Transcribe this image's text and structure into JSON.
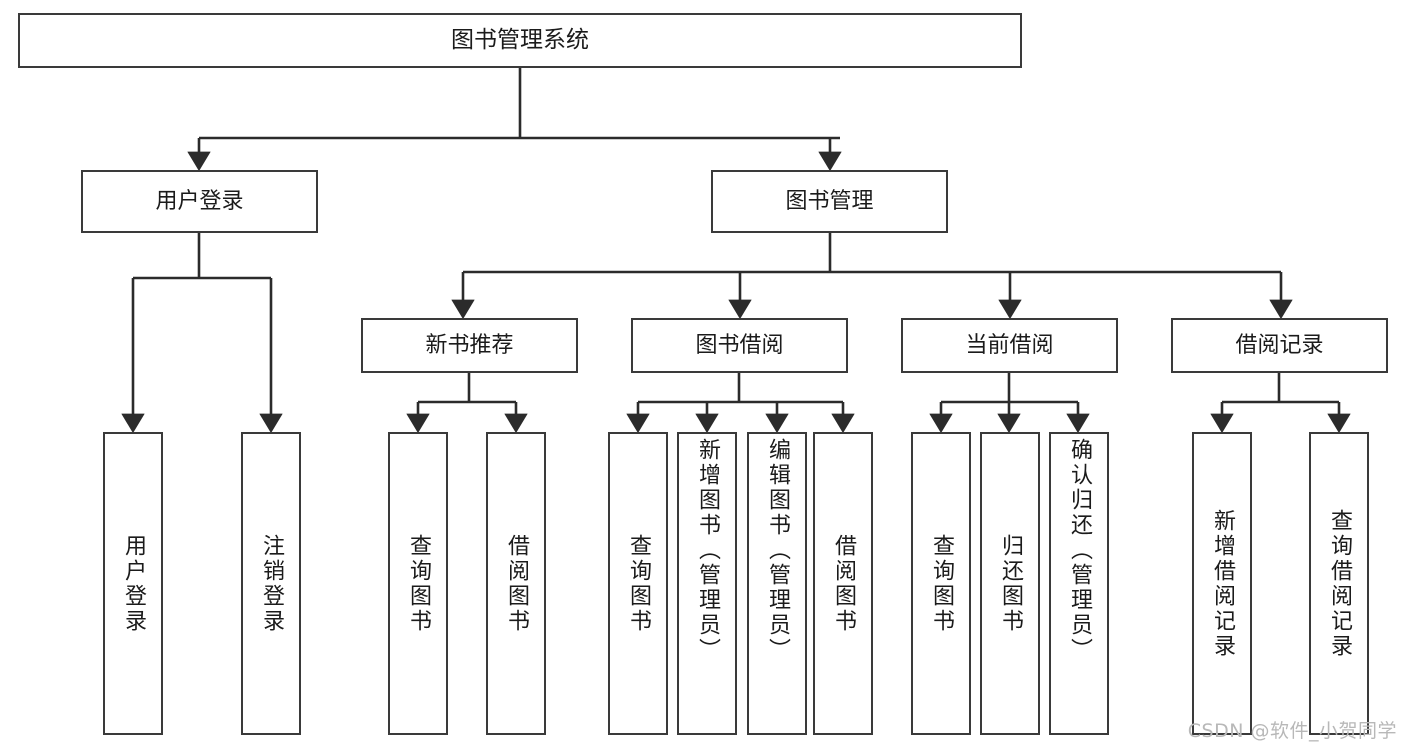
{
  "diagram": {
    "type": "tree",
    "title": "图书管理系统",
    "root": {
      "id": "root",
      "label": "图书管理系统"
    },
    "level2": [
      {
        "id": "user-login",
        "label": "用户登录"
      },
      {
        "id": "book-manage",
        "label": "图书管理"
      }
    ],
    "level3": [
      {
        "id": "new-book-recommend",
        "label": "新书推荐",
        "parent": "book-manage"
      },
      {
        "id": "book-borrow",
        "label": "图书借阅",
        "parent": "book-manage"
      },
      {
        "id": "current-borrow",
        "label": "当前借阅",
        "parent": "book-manage"
      },
      {
        "id": "borrow-record",
        "label": "借阅记录",
        "parent": "book-manage"
      }
    ],
    "leaves": [
      {
        "id": "leaf-user-login",
        "label": "用户登录",
        "parent": "user-login"
      },
      {
        "id": "leaf-logout-login",
        "label": "注销登录",
        "parent": "user-login"
      },
      {
        "id": "leaf-query-book-1",
        "label": "查询图书",
        "parent": "new-book-recommend"
      },
      {
        "id": "leaf-borrow-book-1",
        "label": "借阅图书",
        "parent": "new-book-recommend"
      },
      {
        "id": "leaf-query-book-2",
        "label": "查询图书",
        "parent": "book-borrow"
      },
      {
        "id": "leaf-add-book",
        "label": "新增图书（管理员）",
        "parent": "book-borrow"
      },
      {
        "id": "leaf-edit-book",
        "label": "编辑图书（管理员）",
        "parent": "book-borrow"
      },
      {
        "id": "leaf-borrow-book-2",
        "label": "借阅图书",
        "parent": "book-borrow"
      },
      {
        "id": "leaf-query-book-3",
        "label": "查询图书",
        "parent": "current-borrow"
      },
      {
        "id": "leaf-return-book",
        "label": "归还图书",
        "parent": "current-borrow"
      },
      {
        "id": "leaf-confirm-return",
        "label": "确认归还（管理员）",
        "parent": "current-borrow"
      },
      {
        "id": "leaf-add-record",
        "label": "新增借阅记录",
        "parent": "borrow-record"
      },
      {
        "id": "leaf-query-record",
        "label": "查询借阅记录",
        "parent": "borrow-record"
      }
    ],
    "colors": {
      "stroke": "#3a3a3a",
      "fill": "#ffffff",
      "text": "#1b1b1b",
      "watermark": "#b8b8b8"
    }
  },
  "watermark": {
    "text": "CSDN @软件_小贺同学"
  }
}
